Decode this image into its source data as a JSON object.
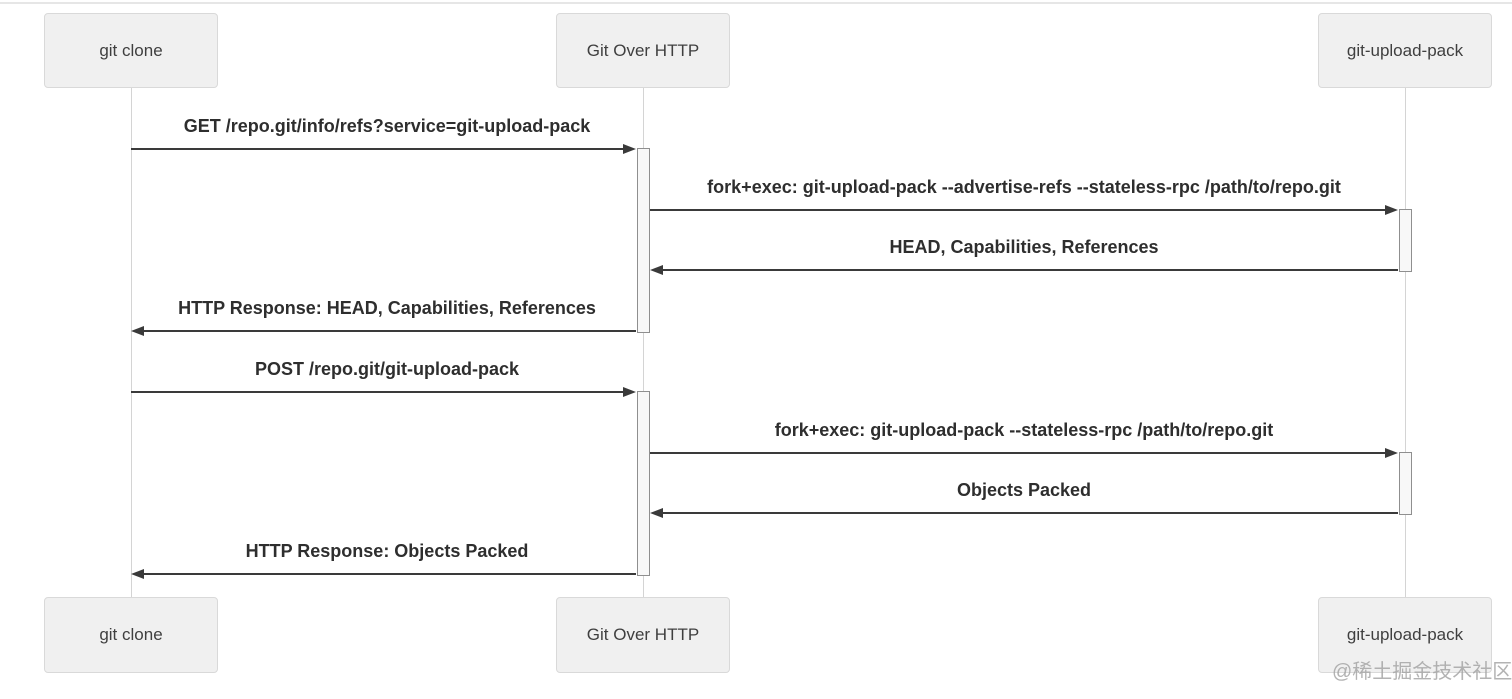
{
  "diagram": {
    "actors": [
      {
        "id": "git-clone",
        "label": "git clone"
      },
      {
        "id": "git-over-http",
        "label": "Git Over HTTP"
      },
      {
        "id": "git-upload-pack",
        "label": "git-upload-pack"
      }
    ],
    "messages": [
      {
        "from": "git-clone",
        "to": "git-over-http",
        "label": "GET /repo.git/info/refs?service=git-upload-pack"
      },
      {
        "from": "git-over-http",
        "to": "git-upload-pack",
        "label": "fork+exec: git-upload-pack --advertise-refs --stateless-rpc /path/to/repo.git"
      },
      {
        "from": "git-upload-pack",
        "to": "git-over-http",
        "label": "HEAD, Capabilities, References"
      },
      {
        "from": "git-over-http",
        "to": "git-clone",
        "label": "HTTP Response: HEAD, Capabilities, References"
      },
      {
        "from": "git-clone",
        "to": "git-over-http",
        "label": "POST /repo.git/git-upload-pack"
      },
      {
        "from": "git-over-http",
        "to": "git-upload-pack",
        "label": "fork+exec: git-upload-pack --stateless-rpc /path/to/repo.git"
      },
      {
        "from": "git-upload-pack",
        "to": "git-over-http",
        "label": "Objects Packed"
      },
      {
        "from": "git-over-http",
        "to": "git-clone",
        "label": "HTTP Response: Objects Packed"
      }
    ],
    "activations": [
      {
        "actor": "git-over-http",
        "from_message": 0,
        "to_message": 3
      },
      {
        "actor": "git-upload-pack",
        "from_message": 1,
        "to_message": 2
      },
      {
        "actor": "git-over-http",
        "from_message": 4,
        "to_message": 7
      },
      {
        "actor": "git-upload-pack",
        "from_message": 5,
        "to_message": 6
      }
    ]
  },
  "watermark": {
    "text": "@稀土掘金技术社区"
  },
  "colors": {
    "box_bg": "#f0f0f0",
    "box_border": "#d9d9d9",
    "actor_text": "#3f3f3f",
    "message_text": "#2e2e2e",
    "arrow": "#3a3a3a",
    "lifeline": "#d4d4d4",
    "activation_bg": "#f8f8f8",
    "activation_border": "#8f8f8f",
    "top_rule": "#e6e6e6",
    "watermark": "#a6a6a6"
  }
}
